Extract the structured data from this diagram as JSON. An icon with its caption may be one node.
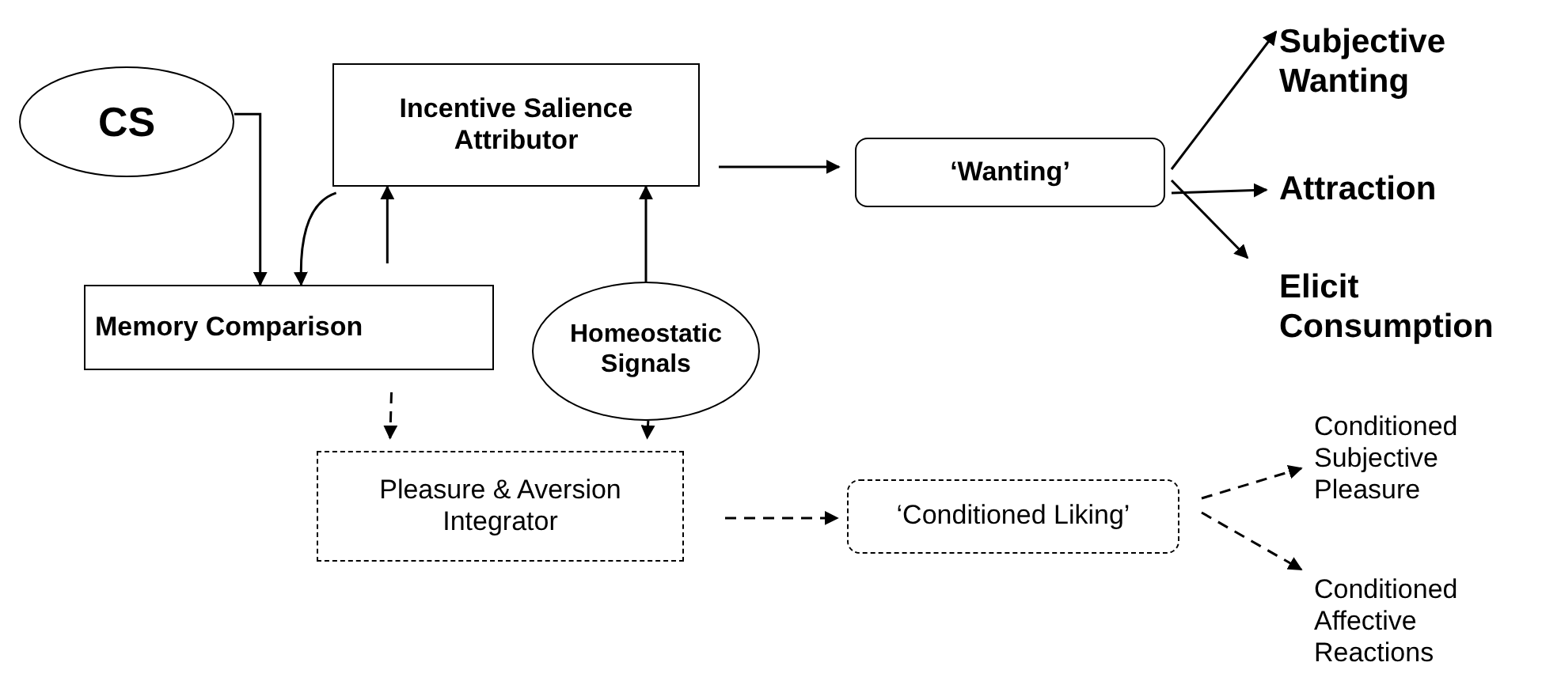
{
  "diagram": {
    "nodes": [
      {
        "text": [
          "CS"
        ]
      },
      {
        "text": [
          "Incentive Salience Attributor"
        ]
      },
      {
        "text": [
          "Memory Comparison"
        ]
      },
      {
        "text": [
          "Homeostatic Signals"
        ]
      },
      {
        "text": [
          "‘Wanting’"
        ]
      },
      {
        "text": [
          "Subjective Wanting"
        ]
      },
      {
        "text": [
          "Attraction"
        ]
      },
      {
        "text": [
          "Elicit Consumption"
        ]
      },
      {
        "text": [
          "Pleasure & Aversion Integrator"
        ]
      },
      {
        "text": [
          "‘Conditioned Liking’"
        ]
      },
      {
        "text": [
          "Conditioned Subjective Pleasure"
        ]
      },
      {
        "text": [
          "Conditioned Affective Reactions"
        ]
      }
    ],
    "edges": [
      {
        "from": 0,
        "to": 2,
        "arrow": "to"
      },
      {
        "from": 1,
        "to": 2,
        "arrow": "to"
      },
      {
        "from": 2,
        "to": 1,
        "arrow": "to"
      },
      {
        "from": 3,
        "to": 1,
        "arrow": "to"
      },
      {
        "from": 1,
        "to": 4,
        "arrow": "to"
      },
      {
        "from": 4,
        "to": 5,
        "arrow": "to"
      },
      {
        "from": 4,
        "to": 6,
        "arrow": "to"
      },
      {
        "from": 4,
        "to": 7,
        "arrow": "to"
      },
      {
        "from": 2,
        "to": 8,
        "arrow": "to",
        "style": "dashed"
      },
      {
        "from": 3,
        "to": 8,
        "arrow": "to",
        "style": "dashed"
      },
      {
        "from": 8,
        "to": 9,
        "arrow": "to",
        "style": "dashed"
      },
      {
        "from": 9,
        "to": 10,
        "arrow": "to",
        "style": "dashed"
      },
      {
        "from": 9,
        "to": 11,
        "arrow": "to",
        "style": "dashed"
      }
    ]
  }
}
